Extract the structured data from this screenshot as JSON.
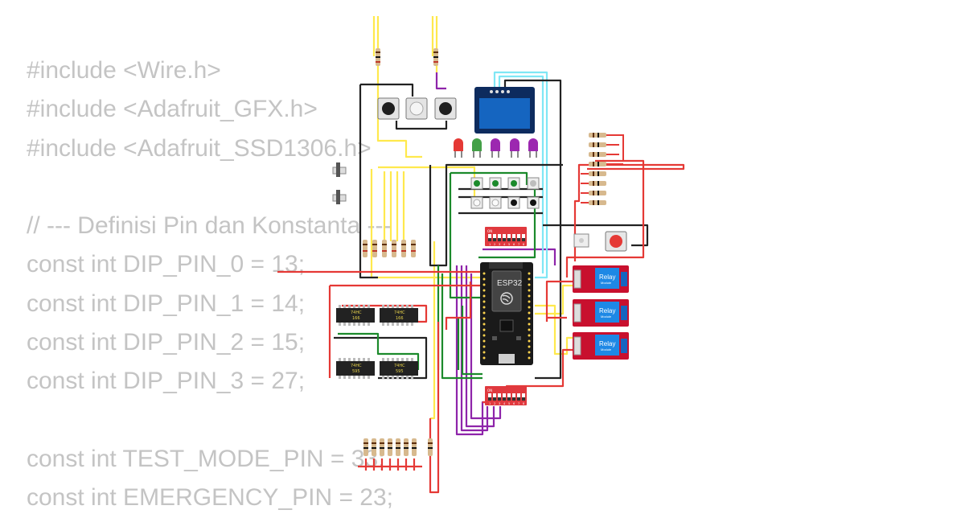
{
  "code_lines": [
    "#include <Wire.h>",
    "#include <Adafruit_GFX.h>",
    "#include <Adafruit_SSD1306.h>",
    "",
    "// --- Definisi Pin dan Konstanta ---",
    "const int DIP_PIN_0 = 13;",
    "const int DIP_PIN_1 = 14;",
    "const int DIP_PIN_2 = 15;",
    "const int DIP_PIN_3 = 27;",
    "",
    "const int TEST_MODE_PIN = 33;",
    "const int EMERGENCY_PIN = 23;"
  ],
  "circuit": {
    "mcu_label": "ESP32",
    "relay_label": "Relay",
    "relay_sublabel": "Module",
    "chips": [
      {
        "line1": "74HC",
        "line2": "166"
      },
      {
        "line1": "74HC",
        "line2": "166"
      },
      {
        "line1": "74HC",
        "line2": "595"
      },
      {
        "line1": "74HC",
        "line2": "595"
      }
    ],
    "dip_label": "ON",
    "dip_numbers": [
      "1",
      "2",
      "3",
      "4",
      "5",
      "6",
      "7",
      "8"
    ],
    "colors": {
      "board": "#1a1a1a",
      "relay": "#c8102e",
      "dip": "#e0393e",
      "wire_red": "#e53935",
      "wire_yellow": "#ffe94d",
      "wire_green": "#1b8a2b",
      "wire_purple": "#8e24aa",
      "wire_cyan": "#7fe7f5",
      "wire_black": "#222222",
      "oled_screen": "#1565c0"
    }
  }
}
